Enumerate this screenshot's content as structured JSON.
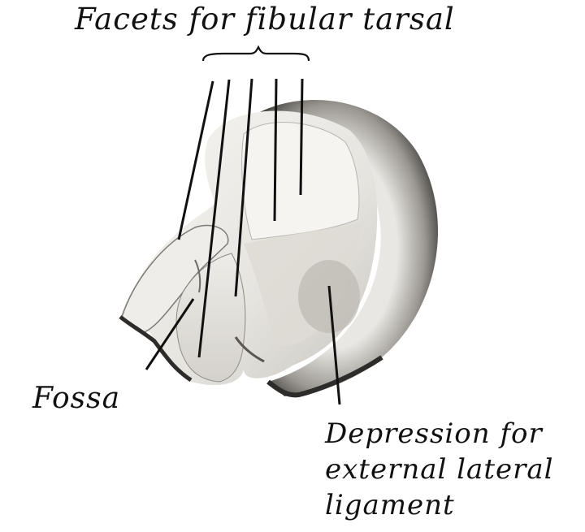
{
  "labels": {
    "facets": "Facets for fibular tarsal",
    "fossa": "Fossa",
    "depression_line1": "Depression for",
    "depression_line2": "external lateral",
    "depression_line3": "ligament"
  },
  "colors": {
    "ink": "#111111",
    "bone_light": "#f2f0ec",
    "bone_shadow": "#8a8782",
    "bone_dark": "#3a3835"
  }
}
